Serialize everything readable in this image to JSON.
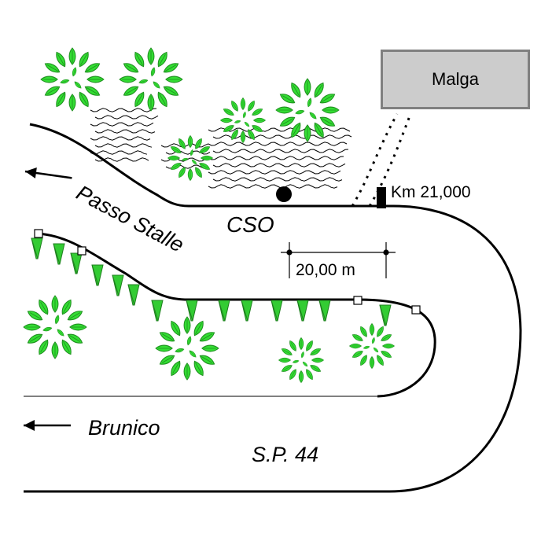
{
  "labels": {
    "malga": "Malga",
    "km": "Km 21,000",
    "cso": "CSO",
    "passo_stalle": "Passo Stalle",
    "distance": "20,00 m",
    "brunico": "Brunico",
    "road": "S.P. 44"
  },
  "colors": {
    "road_line": "#000000",
    "tree_light": "#33dd33",
    "tree_dark": "#1f8f1f",
    "building_fill": "#cccccc",
    "building_border": "#808080"
  },
  "icons": [
    "left-arrow-icon",
    "tree-icon",
    "conifer-icon",
    "post-marker-icon",
    "cso-point-icon",
    "km-marker-icon"
  ]
}
